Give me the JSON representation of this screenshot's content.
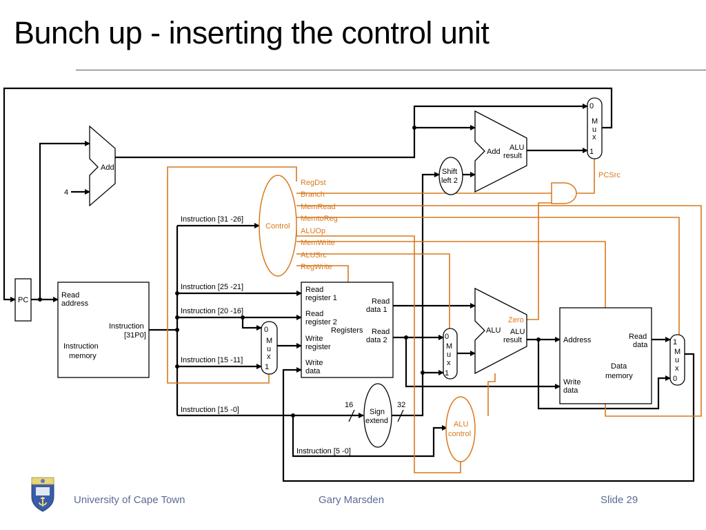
{
  "title": "Bunch up - inserting the control unit",
  "footer": {
    "university": "University of Cape Town",
    "author": "Gary Marsden",
    "slide": "Slide 29"
  },
  "colors": {
    "control": "#d9771a",
    "datapath": "#000000",
    "footer_text": "#5a6b94"
  },
  "diagram": {
    "pc": "PC",
    "four": "4",
    "add": "Add",
    "add_alu": "ALU",
    "result": "result",
    "shift_left_1": "Shift",
    "shift_left_2": "left 2",
    "imem_read_1": "Read",
    "imem_read_2": "address",
    "imem_instr_1": "Instruction",
    "imem_instr_2": "[31P0]",
    "imem_name_1": "Instruction",
    "imem_name_2": "memory",
    "control": "Control",
    "control_signals": [
      "RegDst",
      "Branch",
      "MemRead",
      "MemtoReg",
      "ALUOp",
      "MemWrite",
      "ALUSrc",
      "RegWrite"
    ],
    "pcsrc": "PCSrc",
    "instr_31_26": "Instruction [31 -26]",
    "instr_25_21": "Instruction [25 -21]",
    "instr_20_16": "Instruction [20 -16]",
    "instr_15_11": "Instruction [15 -11]",
    "instr_15_0": "Instruction [15 -0]",
    "instr_5_0": "Instruction [5 -0]",
    "reg_read1_a": "Read",
    "reg_read1_b": "register 1",
    "reg_read2_a": "Read",
    "reg_read2_b": "register 2",
    "reg_write_a": "Write",
    "reg_write_b": "register",
    "reg_wdata_a": "Write",
    "reg_wdata_b": "data",
    "reg_rdata1_a": "Read",
    "reg_rdata1_b": "data 1",
    "reg_rdata2_a": "Read",
    "reg_rdata2_b": "data 2",
    "registers": "Registers",
    "mux_0": "0",
    "mux_1": "1",
    "mux_m": "M",
    "mux_u": "u",
    "mux_x": "x",
    "sign_1": "Sign",
    "sign_2": "extend",
    "bits_16": "16",
    "bits_32": "32",
    "alu": "ALU",
    "zero": "Zero",
    "alu_control_1": "ALU",
    "alu_control_2": "control",
    "dmem_address": "Address",
    "dmem_read_a": "Read",
    "dmem_read_b": "data",
    "dmem_write_a": "Write",
    "dmem_write_b": "data",
    "dmem_name_1": "Data",
    "dmem_name_2": "memory"
  }
}
